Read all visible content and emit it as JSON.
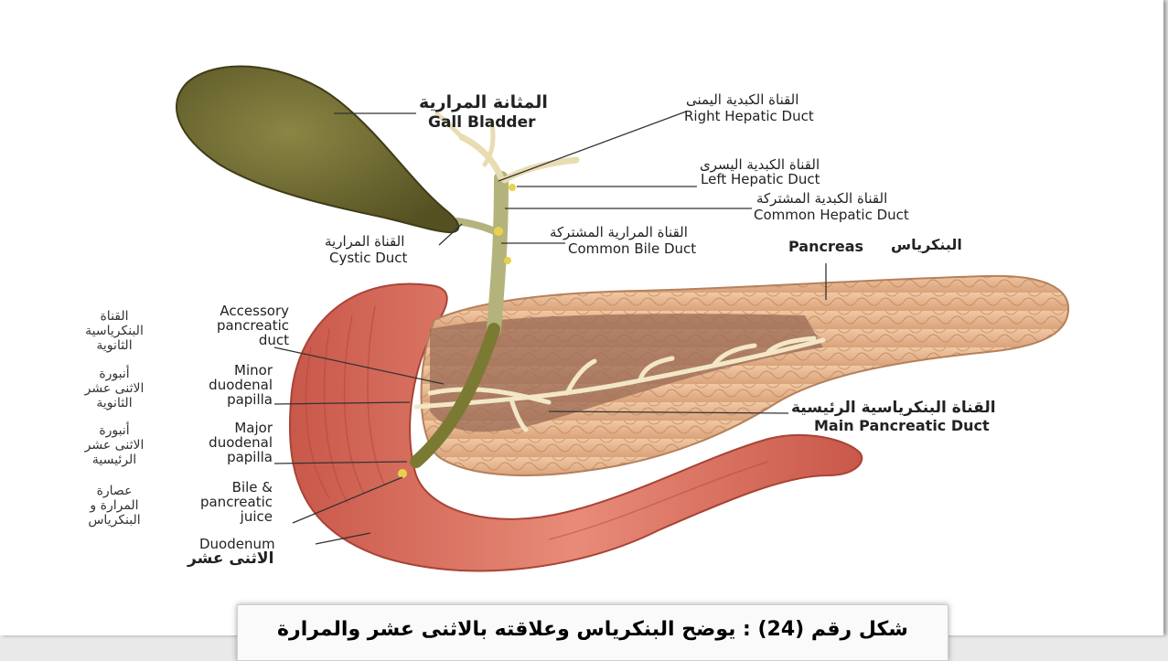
{
  "labels": {
    "gall_bladder_ar": "المثانة المرارية",
    "gall_bladder_en": "Gall Bladder",
    "right_hepatic_ar": "القناة الكبدية اليمنى",
    "right_hepatic_en": "Right Hepatic Duct",
    "left_hepatic_ar": "القناة الكبدية اليسرى",
    "left_hepatic_en": "Left Hepatic Duct",
    "common_hepatic_ar": "القناة الكبدية المشتركة",
    "common_hepatic_en": "Common Hepatic Duct",
    "common_bile_ar": "القناة المرارية المشتركة",
    "common_bile_en": "Common Bile Duct",
    "cystic_ar": "القناة المرارية",
    "cystic_en": "Cystic Duct",
    "pancreas_en": "Pancreas",
    "pancreas_ar": "البنكرياس",
    "main_pancreatic_ar": "القناة البنكرياسية الرئيسية",
    "main_pancreatic_en": "Main Pancreatic Duct",
    "accessory_en": "Accessory\npancreatic\nduct",
    "accessory_ar": "القناة\nالبنكرياسية\nالثانوية",
    "minor_papilla_en": "Minor\nduodenal\npapilla",
    "minor_papilla_ar": "أنبورة\nالاثنى عشر\nالثانوية",
    "major_papilla_en": "Major\nduodenal\npapilla",
    "major_papilla_ar": "أنبورة\nالاثنى عشر\nالرئيسية",
    "juice_en": "Bile &\npancreatic\njuice",
    "juice_ar": "عصارة\nالمرارة و\nالبنكرياس",
    "duodenum_en": "Duodenum",
    "duodenum_ar": "الاثنى عشر"
  },
  "caption": "شكل رقم (24) : يوضح البنكرياس وعلاقته بالاثنى عشر والمرارة",
  "colors": {
    "gallbladder": "#6e6a33",
    "pancreas": "#e7b78f",
    "duodenum": "#d6705f",
    "duct": "#f2e7c6",
    "leader": "#333333"
  }
}
